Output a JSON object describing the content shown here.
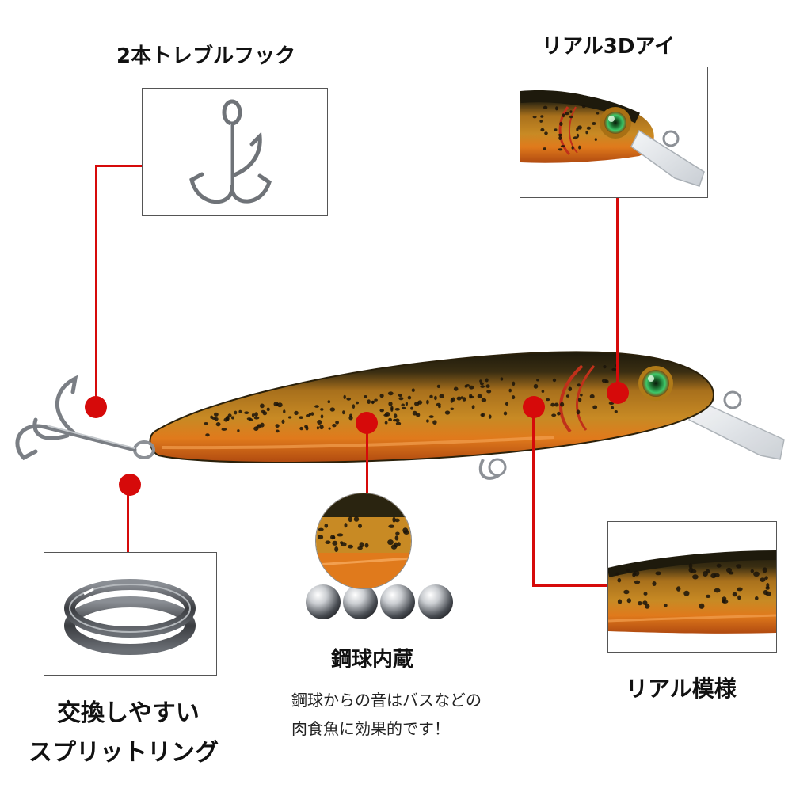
{
  "labels": {
    "treble_hook": "2本トレブルフック",
    "real_eye": "リアル3Dアイ",
    "steel_ball": "鋼球内蔵",
    "real_pattern": "リアル模様",
    "split_ring_line1": "交換しやすい",
    "split_ring_line2": "スプリットリング"
  },
  "caption": {
    "line1": "鋼球からの音はバスなどの",
    "line2": "肉食魚に効果的です！"
  },
  "colors": {
    "accent": "#d60a0a",
    "lure_body": "#b8761a",
    "lure_belly": "#e07a1c",
    "lure_back": "#2a2410",
    "eye": "#2fb05a"
  }
}
